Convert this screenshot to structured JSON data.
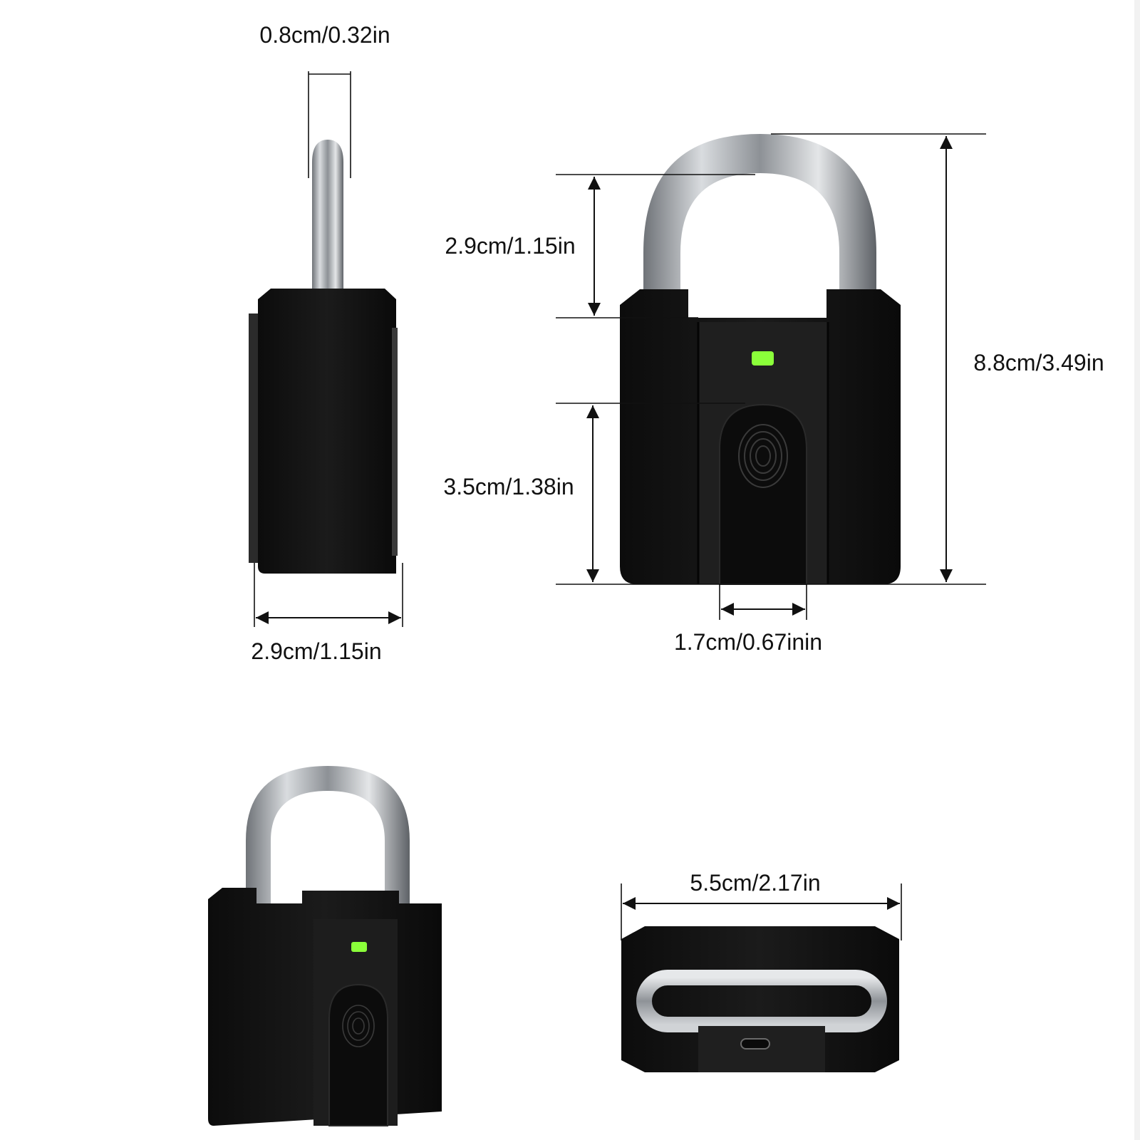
{
  "colors": {
    "background": "#ffffff",
    "body": "#141414",
    "body_shadow": "#050505",
    "panel": "#1c1c1c",
    "shackle": "#a9adb2",
    "indicator": "#8bff3a",
    "dimension_line": "#111111"
  },
  "icons": {
    "fingerprint": "fingerprint-icon",
    "led": "led-indicator-icon",
    "charging_port": "usb-port-icon"
  },
  "dimensions": {
    "shackle_thickness": "0.8cm/0.32in",
    "side_depth": "2.9cm/1.15in",
    "shackle_clearance": "2.9cm/1.15in",
    "fingerprint_height": "3.5cm/1.38in",
    "total_height": "8.8cm/3.49in",
    "sensor_width": "1.7cm/0.67inin",
    "body_width": "5.5cm/2.17in"
  }
}
